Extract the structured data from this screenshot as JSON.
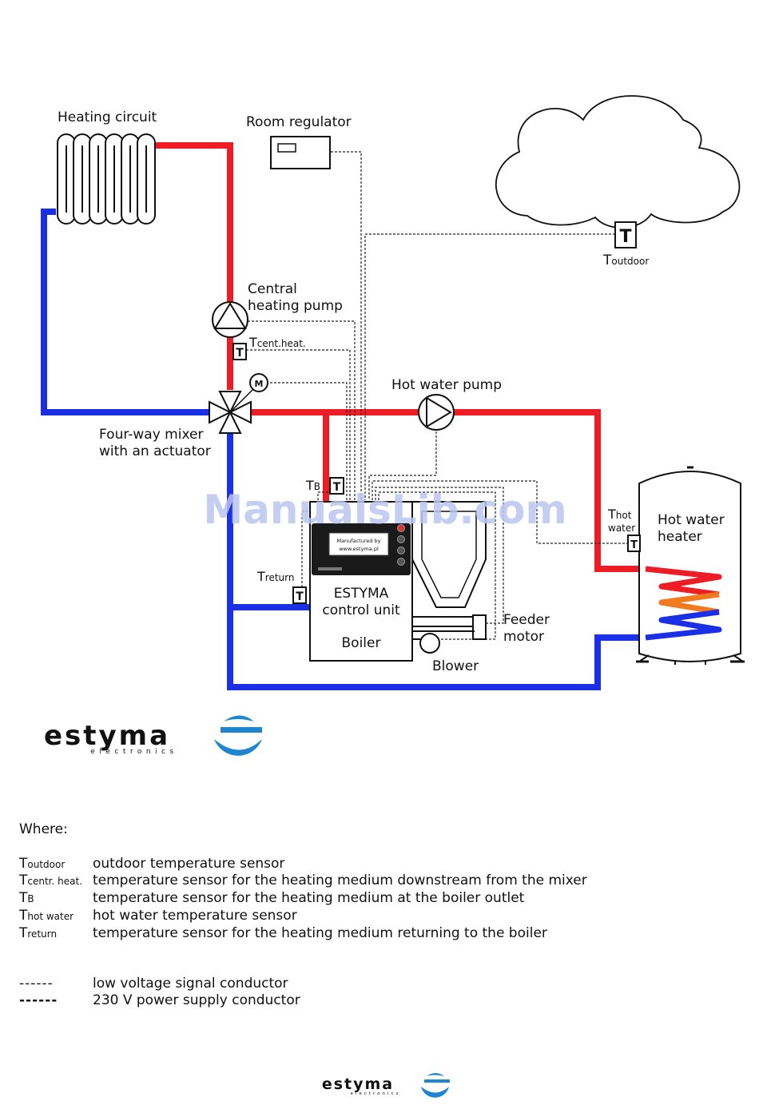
{
  "labels": {
    "heating_circuit": "Heating circuit",
    "room_regulator": "Room regulator",
    "central_heating_pump_1": "Central",
    "central_heating_pump_2": "heating pump",
    "t_cent_main": "T",
    "t_cent_sub": "cent.heat.",
    "t_outdoor_main": "T",
    "t_outdoor_sub": "outdoor",
    "hot_water_pump": "Hot water pump",
    "four_way_mixer_1": "Four-way mixer",
    "four_way_mixer_2": "with an actuator",
    "tb_main": "T",
    "tb_sub": "B",
    "t_hot_main": "T",
    "t_hot_sub1": "hot",
    "t_hot_sub2": "water",
    "hot_water_heater_1": "Hot water",
    "hot_water_heater_2": "heater",
    "t_return_main": "T",
    "t_return_sub": "return",
    "control_unit_1": "ESTYMA",
    "control_unit_2": "control unit",
    "boiler": "Boiler",
    "feeder_motor_1": "Feeder",
    "feeder_motor_2": "motor",
    "blower": "Blower",
    "sensor_symbol": "T",
    "motor_symbol": "M",
    "display_line1": "Manufactured by",
    "display_line2": "www.estyma.pl"
  },
  "watermark": "ManualsLib.com",
  "logo": {
    "name": "estyma",
    "tagline": "electronics"
  },
  "legend": {
    "title": "Where:",
    "sensors": [
      {
        "main": "T",
        "sub": "outdoor",
        "desc": "outdoor temperature sensor"
      },
      {
        "main": "T",
        "sub": "centr. heat.",
        "desc": "temperature sensor for the heating medium downstream from the mixer"
      },
      {
        "main": "T",
        "sub": "B",
        "desc": "temperature sensor for the heating medium at the boiler outlet"
      },
      {
        "main": "T",
        "sub": "hot water",
        "desc": "hot water temperature sensor"
      },
      {
        "main": "T",
        "sub": "return",
        "desc": "temperature sensor for the heating medium returning to the boiler"
      }
    ],
    "conductors": [
      {
        "symbol": "------",
        "desc": "low voltage signal conductor"
      },
      {
        "symbol": "------",
        "desc": "230 V power supply conductor"
      }
    ]
  },
  "colors": {
    "supply": "#ee1c25",
    "return": "#1a2fe6",
    "coil_orange": "#f07a1e",
    "watermark": "#b9c6f0",
    "logo_blue": "#1e86d0"
  }
}
